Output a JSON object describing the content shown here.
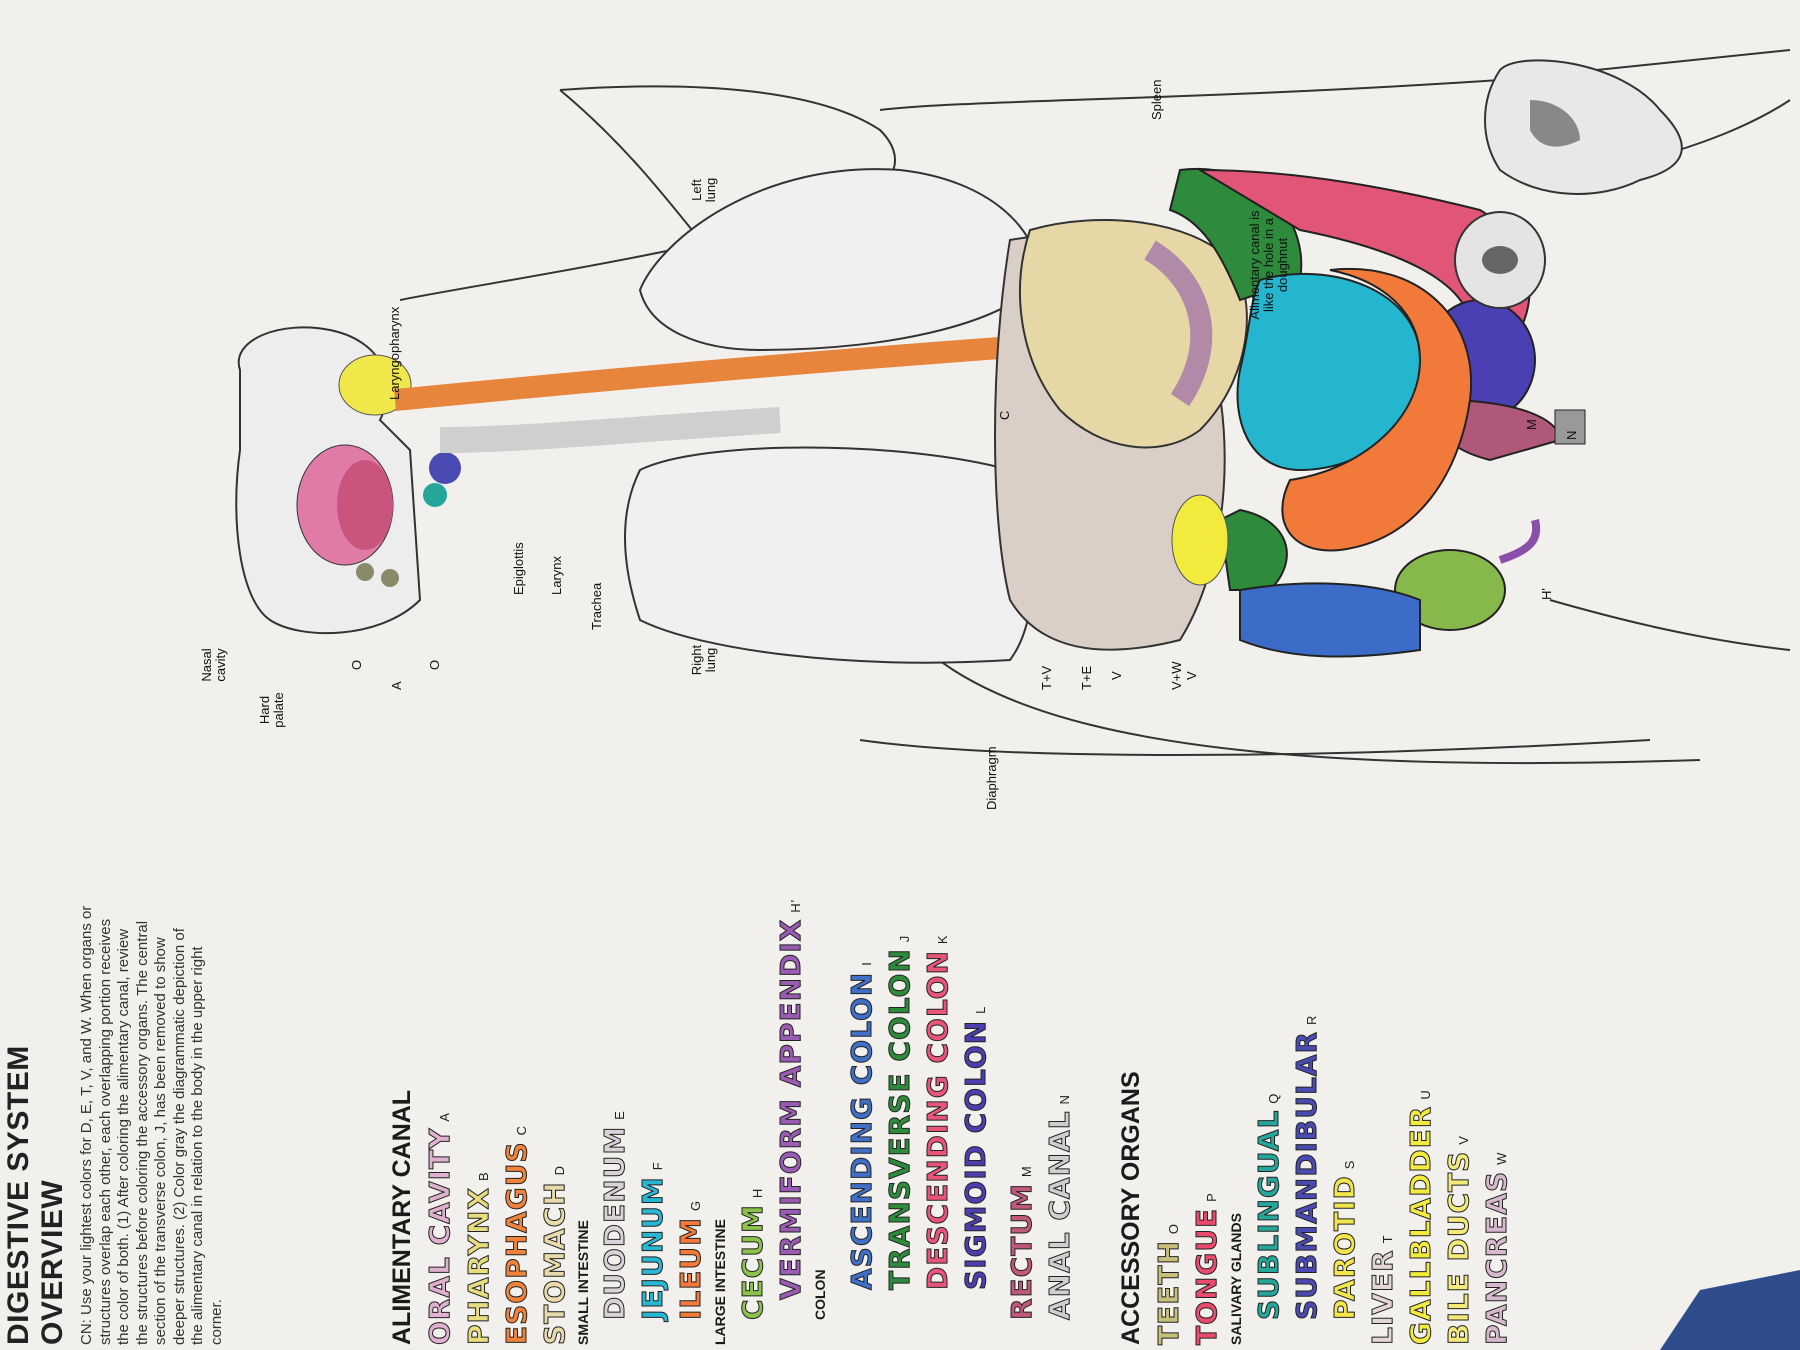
{
  "page": {
    "title_line1": "DIGESTIVE SYSTEM",
    "title_line2": "OVERVIEW",
    "instructions": "CN: Use your lightest colors for D, E, T, V, and W. When organs or structures overlap each other, each overlapping portion receives the color of both. (1) After coloring the alimentary canal, review the structures before coloring the accessory organs. The central section of the transverse colon, J, has been removed to show deeper structures. (2) Color gray the diagrammatic depiction of the alimentary canal in relation to the body in the upper right corner."
  },
  "legend": {
    "alimentary_heading": "ALIMENTARY CANAL",
    "small_intestine": "SMALL INTESTINE",
    "large_intestine": "LARGE INTESTINE",
    "colon": "COLON",
    "accessory_heading": "ACCESSORY ORGANS",
    "salivary_glands": "SALIVARY GLANDS",
    "terms": [
      {
        "text": "ORAL CAVITY",
        "letter": "A",
        "color": "#e0b0cf"
      },
      {
        "text": "PHARYNX",
        "letter": "B",
        "color": "#e8dd7e"
      },
      {
        "text": "ESOPHAGUS",
        "letter": "C",
        "color": "#f0823a"
      },
      {
        "text": "STOMACH",
        "letter": "D",
        "color": "#e9dba9"
      },
      {
        "text": "DUODENUM",
        "letter": "E",
        "color": "#d9d2d6"
      },
      {
        "text": "JEJUNUM",
        "letter": "F",
        "color": "#27b7d2"
      },
      {
        "text": "ILEUM",
        "letter": "G",
        "color": "#f57a3a"
      },
      {
        "text": "CECUM",
        "letter": "H",
        "color": "#8bc34a"
      },
      {
        "text": "VERMIFORM APPENDIX",
        "letter": "H'",
        "color": "#9a5bb3"
      },
      {
        "text": "ASCENDING COLON",
        "letter": "I",
        "color": "#3f6fc7"
      },
      {
        "text": "TRANSVERSE COLON",
        "letter": "J",
        "color": "#2e8b3b"
      },
      {
        "text": "DESCENDING COLON",
        "letter": "K",
        "color": "#e9557a"
      },
      {
        "text": "SIGMOID COLON",
        "letter": "L",
        "color": "#4b3fb0"
      },
      {
        "text": "RECTUM",
        "letter": "M",
        "color": "#c0587a"
      },
      {
        "text": "ANAL CANAL",
        "letter": "N",
        "color": "#cfcfcf"
      },
      {
        "text": "TEETH",
        "letter": "O",
        "color": "#c8c07a"
      },
      {
        "text": "TONGUE",
        "letter": "P",
        "color": "#ea4b6c"
      },
      {
        "text": "SUBLINGUAL",
        "letter": "Q",
        "color": "#24a79a"
      },
      {
        "text": "SUBMANDIBULAR",
        "letter": "R",
        "color": "#4a4ab3"
      },
      {
        "text": "PAROTID",
        "letter": "S",
        "color": "#f2e64a"
      },
      {
        "text": "LIVER",
        "letter": "T",
        "color": "#e3d6d6"
      },
      {
        "text": "GALLBLADDER",
        "letter": "U",
        "color": "#f2ea3c"
      },
      {
        "text": "BILE DUCTS",
        "letter": "V",
        "color": "#f3ea7a"
      },
      {
        "text": "PANCREAS",
        "letter": "W",
        "color": "#d7b9cd"
      }
    ]
  },
  "diagram_labels": {
    "nasal_cavity": "Nasal cavity",
    "hard_palate": "Hard palate",
    "epiglottis": "Epiglottis",
    "larynx": "Larynx",
    "trachea": "Trachea",
    "laryngopharynx": "Laryngopharynx",
    "right_lung": "Right lung",
    "left_lung": "Left lung",
    "spleen": "Spleen",
    "diaphragm": "Diaphragm",
    "doughnut_caption": "Alimentary canal is like the hole in a doughnut",
    "tv": "T+V",
    "te": "T+E",
    "v1": "V",
    "vw": "V+W",
    "v2": "V",
    "a": "A",
    "o1": "O",
    "o2": "O",
    "c": "C",
    "h_prime": "H'",
    "m": "M",
    "n": "N"
  },
  "colors": {
    "page": "#f3f2ef",
    "desk": "#3b4a6b",
    "organ_outline": "#2b2b2b"
  }
}
